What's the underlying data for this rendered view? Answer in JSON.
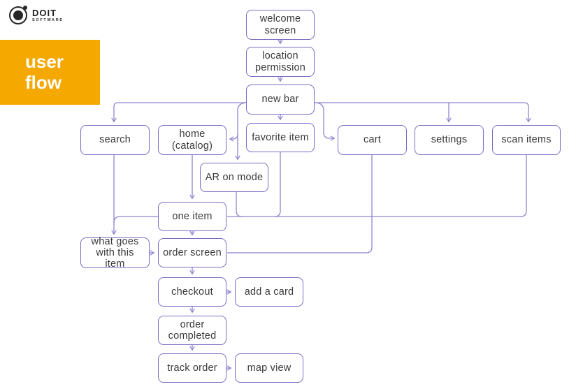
{
  "logo": {
    "brand": "DOIT",
    "sub": "SOFTWARE"
  },
  "banner": {
    "title": "user flow"
  },
  "colors": {
    "banner_bg": "#F5A800",
    "node_border": "#7A6CC5",
    "connector": "#8F85CF",
    "text": "#3A3A3A"
  },
  "nodes": {
    "welcome": "welcome screen",
    "location": "location permission",
    "newbar": "new bar",
    "search": "search",
    "home": "home (catalog)",
    "favorite": "favorite item",
    "cart": "cart",
    "settings": "settings",
    "scan": "scan items",
    "ar": "AR on mode",
    "oneitem": "one item",
    "whatgoes": "what goes with this item",
    "order": "order screen",
    "checkout": "checkout",
    "addcard": "add a card",
    "completed": "order completed",
    "track": "track order",
    "mapview": "map view"
  },
  "edges": [
    {
      "from": "welcome screen",
      "to": "location permission"
    },
    {
      "from": "location permission",
      "to": "new bar"
    },
    {
      "from": "new bar",
      "to": "search"
    },
    {
      "from": "new bar",
      "to": "home (catalog)"
    },
    {
      "from": "new bar",
      "to": "favorite item"
    },
    {
      "from": "new bar",
      "to": "AR on mode"
    },
    {
      "from": "new bar",
      "to": "cart"
    },
    {
      "from": "new bar",
      "to": "settings"
    },
    {
      "from": "new bar",
      "to": "scan items"
    },
    {
      "from": "home (catalog)",
      "to": "one item"
    },
    {
      "from": "favorite item",
      "to": "one item"
    },
    {
      "from": "AR on mode",
      "to": "one item"
    },
    {
      "from": "scan items",
      "to": "one item"
    },
    {
      "from": "search",
      "to": "what goes with this item"
    },
    {
      "from": "one item",
      "to": "what goes with this item"
    },
    {
      "from": "what goes with this item",
      "to": "order screen"
    },
    {
      "from": "one item",
      "to": "order screen"
    },
    {
      "from": "cart",
      "to": "order screen"
    },
    {
      "from": "order screen",
      "to": "checkout"
    },
    {
      "from": "checkout",
      "to": "add a card"
    },
    {
      "from": "checkout",
      "to": "order completed"
    },
    {
      "from": "order completed",
      "to": "track order"
    },
    {
      "from": "track order",
      "to": "map view"
    }
  ]
}
